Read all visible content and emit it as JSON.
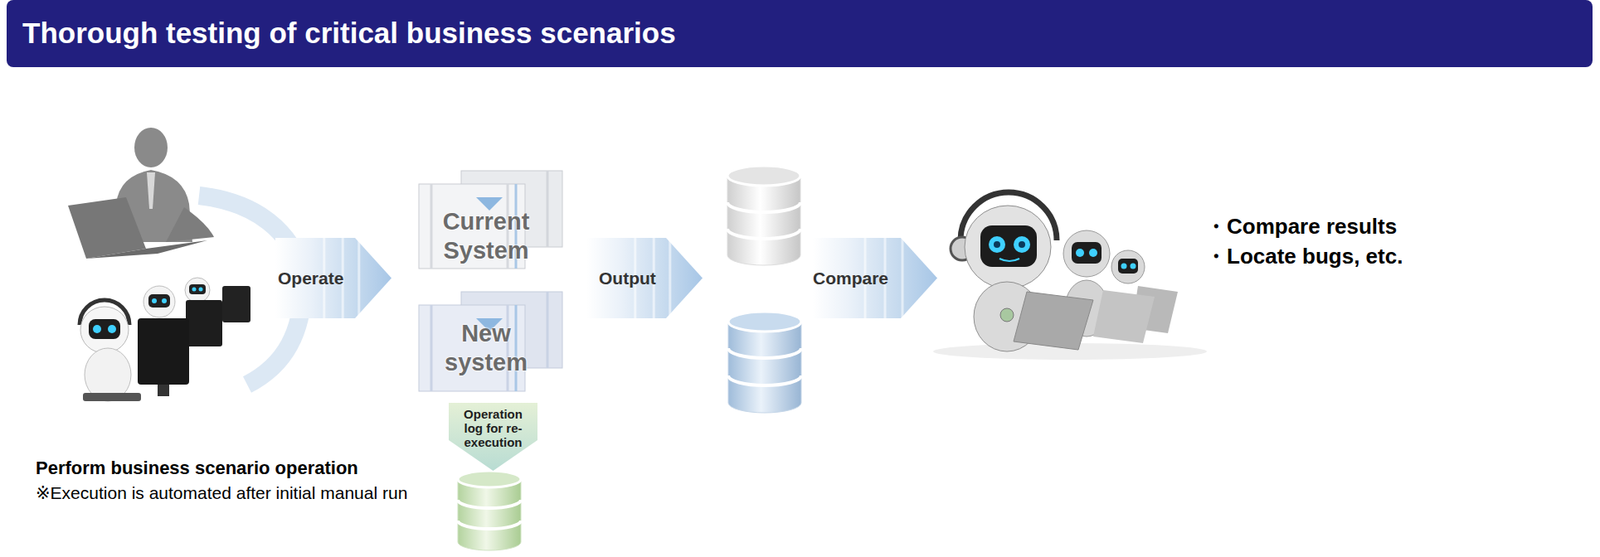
{
  "diagram": {
    "title": "Thorough testing of critical business scenarios",
    "nodes": [
      {
        "text": [
          "Operate"
        ]
      },
      {
        "text": [
          "Current System"
        ]
      },
      {
        "text": [
          "New system"
        ]
      },
      {
        "text": [
          "Output"
        ]
      },
      {
        "text": [
          "Compare"
        ]
      },
      {
        "text": [
          "Operation log for re-execution"
        ]
      }
    ],
    "labels": [
      "Perform business scenario operation",
      "※Execution is automated after initial manual run",
      "・Compare results",
      "・Locate bugs, etc."
    ]
  }
}
